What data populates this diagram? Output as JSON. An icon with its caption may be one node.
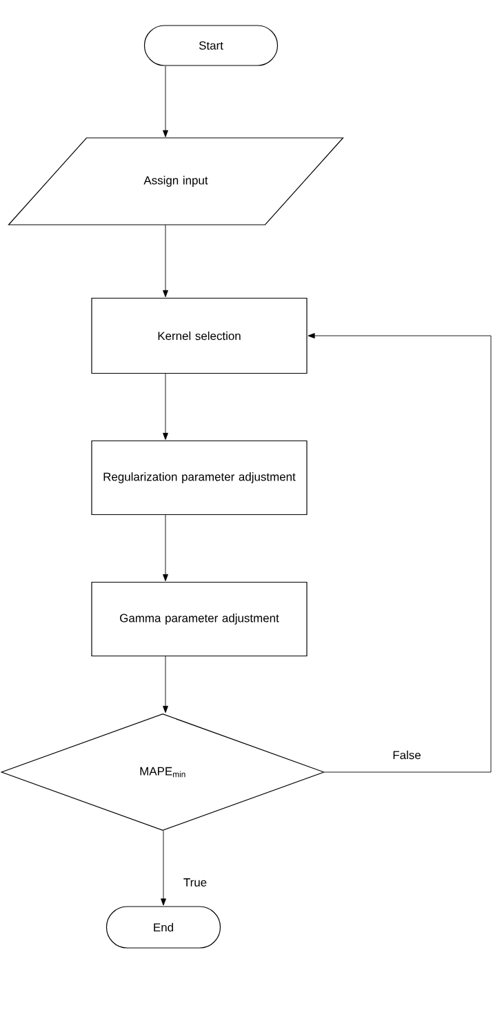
{
  "diagram": {
    "nodes": [
      {
        "text": [
          "Start"
        ]
      },
      {
        "text": [
          "Assign input"
        ]
      },
      {
        "text": [
          "Kernel selection"
        ]
      },
      {
        "text": [
          "Regularization parameter adjustment"
        ]
      },
      {
        "text": [
          "Gamma parameter adjustment"
        ]
      },
      {
        "text": [
          "MAPE$_{min}$"
        ]
      },
      {
        "text": [
          "End"
        ]
      }
    ],
    "edges": [
      {
        "from": 0,
        "to": 1,
        "arrow": "to"
      },
      {
        "from": 1,
        "to": 2,
        "arrow": "to"
      },
      {
        "from": 2,
        "to": 3,
        "arrow": "to"
      },
      {
        "from": 3,
        "to": 4,
        "arrow": "to"
      },
      {
        "from": 4,
        "to": 5,
        "arrow": "to"
      },
      {
        "from": 5,
        "to": 6,
        "label": "True",
        "arrow": "to"
      },
      {
        "from": 5,
        "to": 2,
        "label": "False",
        "arrow": "to"
      }
    ]
  }
}
